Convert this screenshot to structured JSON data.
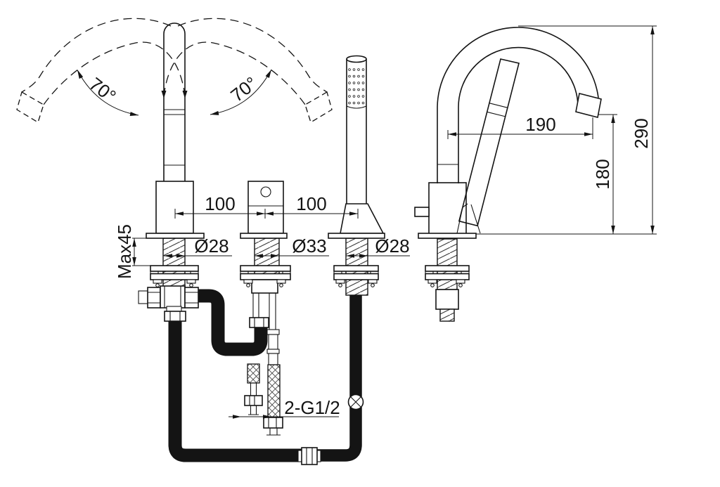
{
  "drawing": {
    "title": "bath-mixer-installation-diagram",
    "labels": {
      "swivel_left": "70°",
      "swivel_right": "70°",
      "spacing_left": "100",
      "spacing_right": "100",
      "spout_shank_dia": "Ø28",
      "valve_shank_dia": "Ø33",
      "shower_shank_dia": "Ø28",
      "max_deck": "Max45",
      "spout_reach": "190",
      "outlet_height": "180",
      "overall_height": "290",
      "supply_connections": "2-G1/2"
    },
    "colors": {
      "line": "#141414",
      "background": "#ffffff"
    }
  }
}
